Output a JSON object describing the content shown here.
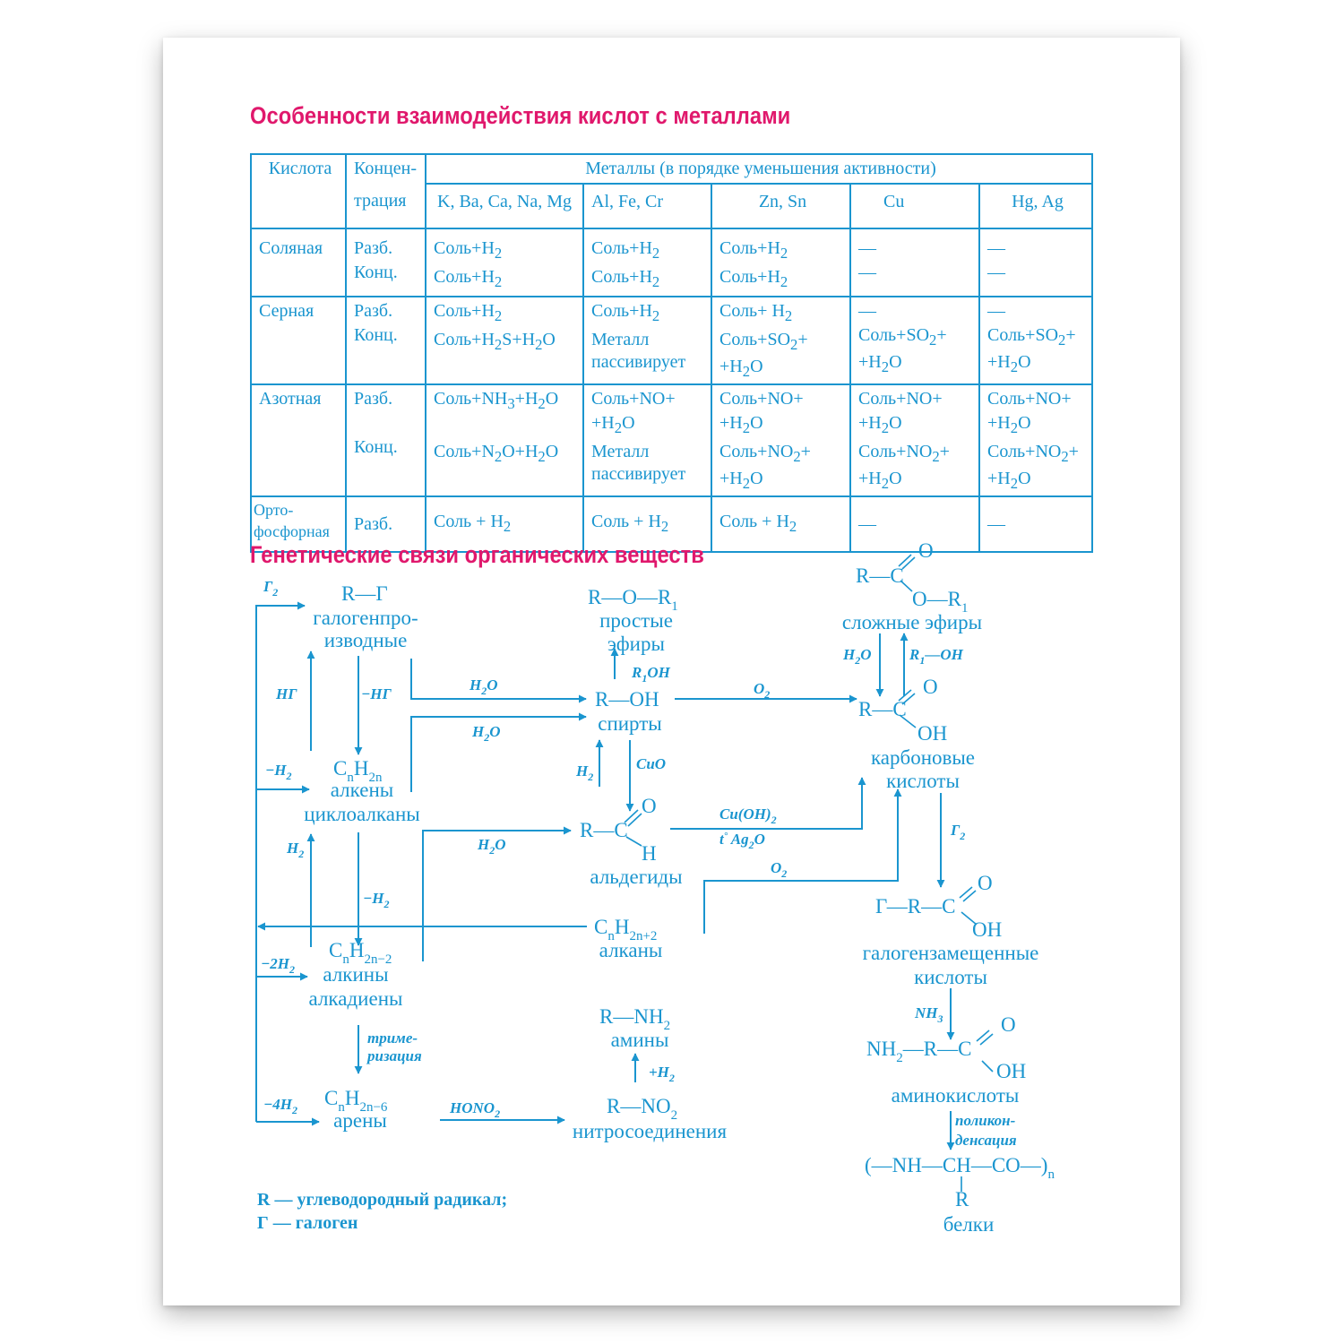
{
  "titles": {
    "acids": "Особенности взаимодействия кислот с металлами",
    "genetic": "Генетические связи органических веществ"
  },
  "table": {
    "h_acid": "Кислота",
    "h_conc": [
      "Концен-",
      "трация"
    ],
    "h_metals": "Металлы (в порядке уменьшения активности)",
    "metal_groups": [
      "K, Ba, Ca, Na, Mg",
      "Al, Fe, Cr",
      "Zn, Sn",
      "Cu",
      "Hg, Ag"
    ],
    "rows": {
      "hcl": {
        "acid": "Соляная",
        "dil": "Разб.",
        "conc": "Конц."
      },
      "h2so4": {
        "acid": "Серная",
        "dil": "Разб.",
        "conc": "Конц."
      },
      "hno3": {
        "acid": "Азотная",
        "dil": "Разб.",
        "conc": "Конц."
      },
      "h3po4": {
        "acid": [
          "Орто-",
          "фосфорная"
        ],
        "dil": "Разб."
      }
    },
    "cells": {
      "salt_h2": "Соль+H",
      "salt_sp_h2": "Соль+ H",
      "salt_h2_spaced": "Соль + H",
      "sub2": "2",
      "sub3": "3",
      "dash": "—",
      "salt_h2s_h2o": [
        "Соль+H",
        "S+H",
        "O"
      ],
      "salt_so2": "Соль+SO",
      "plus": "+",
      "plus_h2o": [
        "+H",
        "O"
      ],
      "metal": "Металл",
      "passivates": "пассивирует",
      "salt_nh3_h2o": [
        "Соль+NH",
        "+H",
        "O"
      ],
      "salt_no": "Соль+NO+",
      "salt_n2o_h2o": [
        "Соль+N",
        "O+H",
        "O"
      ],
      "salt_no2": "Соль+NO"
    }
  },
  "diagram": {
    "rg": "R—Г",
    "halo": [
      "галогенпро-",
      "изводные"
    ],
    "alkene_formula": {
      "c": "C",
      "n": "n",
      "h": "H",
      "sub": "2n"
    },
    "alkenes": [
      "алкены",
      "циклоалканы"
    ],
    "alkyne_formula": {
      "sub": "2n−2"
    },
    "alkynes": [
      "алкины",
      "алкадиены"
    ],
    "arene_formula": {
      "sub": "2n−6"
    },
    "arenes": "арены",
    "ether_formula": [
      "R—O—R",
      "1"
    ],
    "ethers": [
      "простые",
      "эфиры"
    ],
    "alcohol_formula": "R—OH",
    "alcohols": "спирты",
    "ald_r": "R—C",
    "ald_o": "O",
    "ald_h": "H",
    "aldehydes": "альдегиды",
    "alkane_formula": {
      "sub": "2n+2"
    },
    "alkanes": "алканы",
    "amine_formula": [
      "R—NH",
      "2"
    ],
    "amines": "амины",
    "nitro_formula": [
      "R—NO",
      "2"
    ],
    "nitro": "нитросоединения",
    "ester_r": "R—C",
    "ester_o": "O",
    "ester_or": [
      "O—R",
      "1"
    ],
    "esters": "сложные  эфиры",
    "acid_r": "R—C",
    "acid_o": "O",
    "acid_oh": "OH",
    "acids": [
      "карбоновые",
      "кислоты"
    ],
    "halo_acid_r": "Г—R—C",
    "halo_acids": [
      "галогензамещенные",
      "кислоты"
    ],
    "amino_acid_r": [
      "NH",
      "2",
      "—R—C"
    ],
    "amino_acids": "аминокислоты",
    "protein_formula": [
      "(—NH—CH—CO—)",
      "n"
    ],
    "protein_r": "R",
    "proteins": "белки",
    "labels": {
      "g2": [
        "Г",
        "2"
      ],
      "hg": "HГ",
      "minus_hg": "−HГ",
      "minus_h2": [
        "−H",
        "2"
      ],
      "h2": [
        "H",
        "2"
      ],
      "minus_2h2": [
        "−2H",
        "2"
      ],
      "minus_4h2": [
        "−4H",
        "2"
      ],
      "h2o": [
        "H",
        "2",
        "O"
      ],
      "r1oh": [
        "R",
        "1",
        "OH"
      ],
      "cuo": "CuO",
      "o2": [
        "O",
        "2"
      ],
      "h2o_ester": [
        "H",
        "2",
        "O"
      ],
      "r1_oh": [
        "R",
        "1",
        "—OH"
      ],
      "cuoh2": [
        "Cu(OH)",
        "2"
      ],
      "ag2o": [
        "t",
        "°",
        " Ag",
        "2",
        "O"
      ],
      "trimer": [
        "триме-",
        "ризация"
      ],
      "hono2": [
        "HONO",
        "2"
      ],
      "plus_h2": [
        "+H",
        "2"
      ],
      "nh3": [
        "NH",
        "3"
      ],
      "polycond": [
        "поликон-",
        "денсация"
      ]
    },
    "legend": [
      "R — углеводородный радикал;",
      "Г — галоген"
    ]
  }
}
